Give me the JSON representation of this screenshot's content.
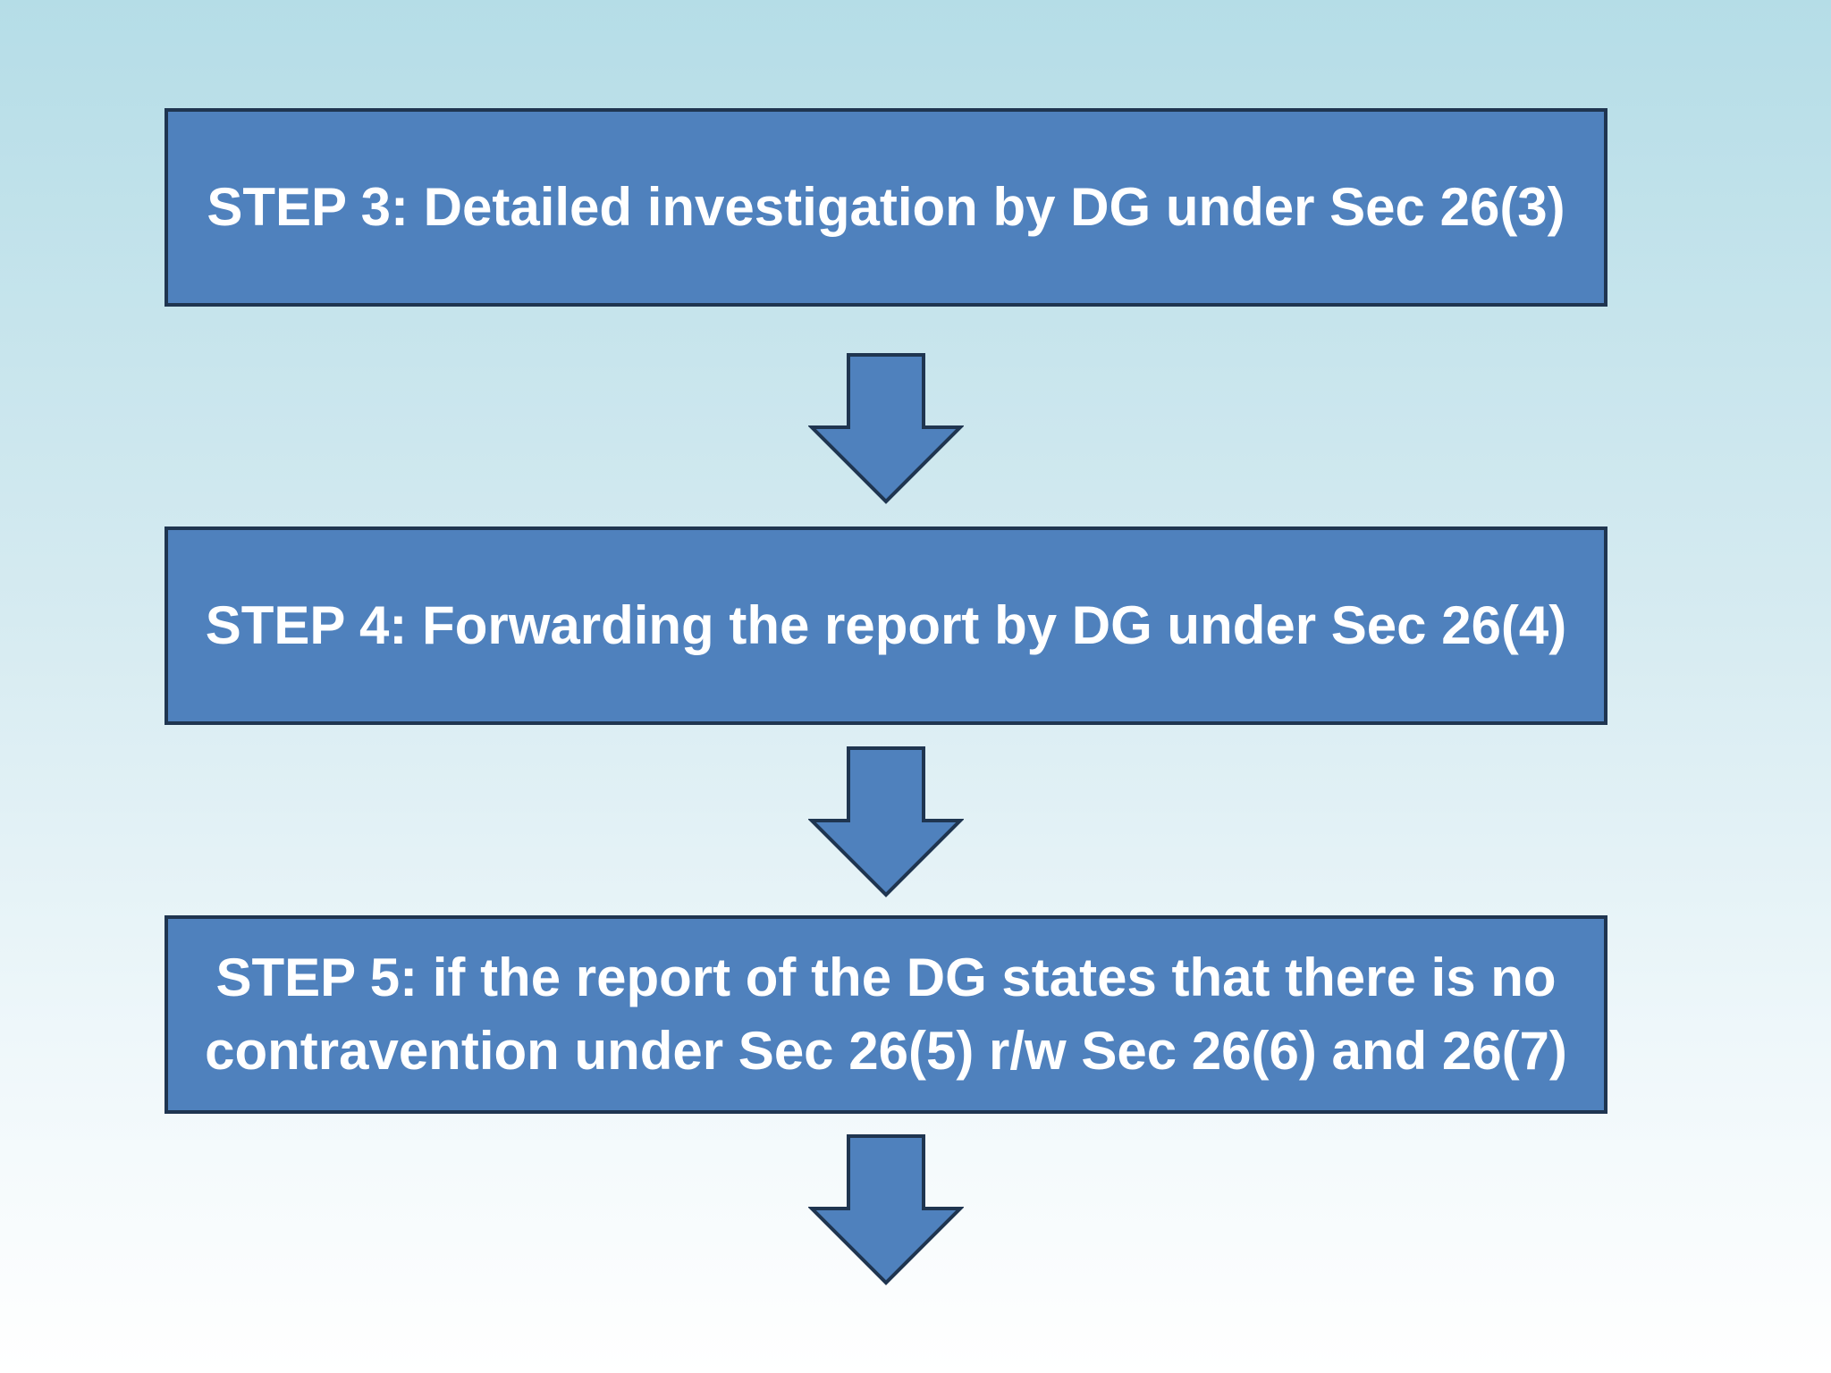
{
  "diagram": {
    "steps": [
      {
        "label": "STEP 3: Detailed investigation by DG under Sec 26(3)"
      },
      {
        "label": "STEP 4: Forwarding the report by DG under Sec 26(4)"
      },
      {
        "label": "STEP 5: if the report of the DG states that there is no contravention under Sec 26(5) r/w Sec 26(6) and 26(7)"
      }
    ],
    "colors": {
      "box_fill": "#4f81bd",
      "box_border": "#1f3550",
      "text": "#ffffff",
      "background_top": "#b5dde7",
      "background_bottom": "#ffffff"
    },
    "icons": [
      "down-arrow-icon"
    ]
  }
}
